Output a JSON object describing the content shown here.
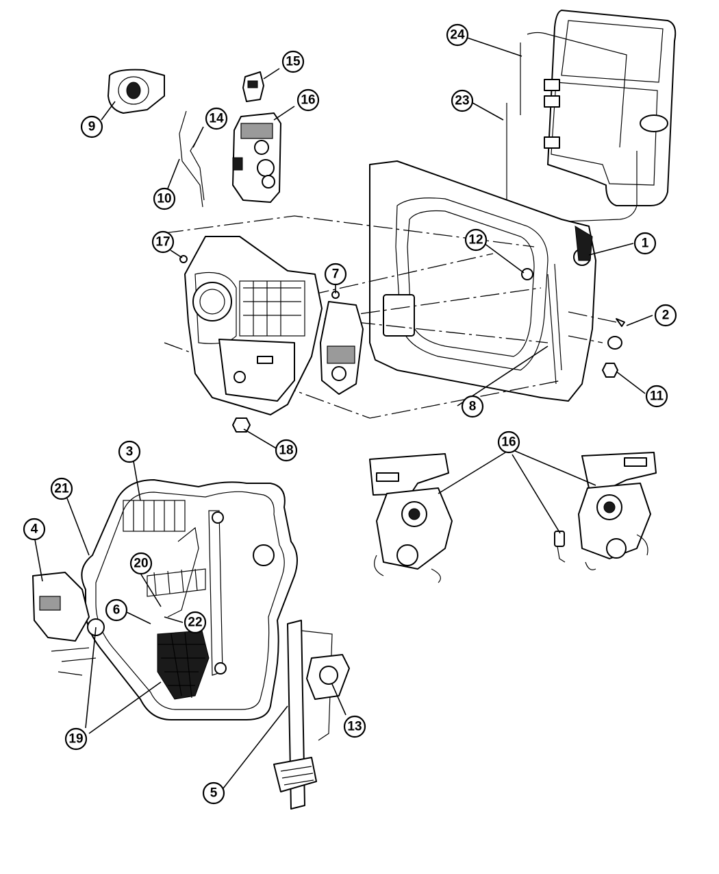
{
  "callouts": {
    "c1": "1",
    "c2": "2",
    "c3": "3",
    "c4": "4",
    "c5": "5",
    "c6": "6",
    "c7": "7",
    "c8": "8",
    "c9": "9",
    "c10": "10",
    "c11": "11",
    "c12": "12",
    "c13": "13",
    "c14": "14",
    "c15": "15",
    "c16a": "16",
    "c16b": "16",
    "c17": "17",
    "c18": "18",
    "c19": "19",
    "c20": "20",
    "c21": "21",
    "c22": "22",
    "c23": "23",
    "c24": "24"
  },
  "colors": {
    "line": "#000000",
    "background": "#ffffff",
    "shade": "#9a9a9a"
  }
}
